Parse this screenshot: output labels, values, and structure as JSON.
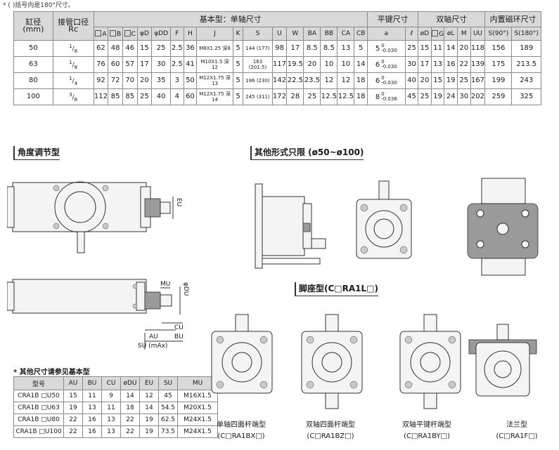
{
  "note": "* ( )括号内是180°尺寸。",
  "main_table": {
    "col_bore": "缸径",
    "col_bore_unit": "(mm)",
    "col_port": "接管口径",
    "col_port_unit": "Rc",
    "group_basic": "基本型：单轴尺寸",
    "group_key": "平键尺寸",
    "group_double": "双轴尺寸",
    "group_magnet": "内置磁环尺寸",
    "sub": [
      "A",
      "B",
      "C",
      "φD",
      "φDD",
      "F",
      "H",
      "J",
      "K",
      "S",
      "U",
      "W",
      "BA",
      "BB",
      "CA",
      "CB",
      "a",
      "ℓ",
      "øD",
      "G",
      "øL",
      "M",
      "UU",
      "S(90°)",
      "S(180°)"
    ],
    "rows": [
      {
        "bore": "50",
        "port_n": "1",
        "port_d": "8",
        "A": "62",
        "B": "48",
        "C": "46",
        "D": "15",
        "DD": "25",
        "F": "2.5",
        "H": "36",
        "J": "M8X1.25 深8",
        "K": "5",
        "S": "144 (177)",
        "U": "98",
        "W": "17",
        "BA": "8.5",
        "BB": "8.5",
        "CA": "13",
        "CB": "5",
        "a_tol_hi": "0",
        "a_tol_lo": "-0.030",
        "l": "25",
        "oD": "15",
        "G": "11",
        "oL": "14",
        "M": "20",
        "UU": "118",
        "S90": "156",
        "S180": "189"
      },
      {
        "bore": "63",
        "port_n": "1",
        "port_d": "8",
        "A": "76",
        "B": "60",
        "C": "57",
        "D": "17",
        "DD": "30",
        "F": "2.5",
        "H": "41",
        "J": "M10X1.5 深 12",
        "K": "5",
        "S": "163 (201.5)",
        "U": "117",
        "W": "19.5",
        "BA": "20",
        "BB": "10",
        "CA": "10",
        "CB": "14",
        "a_tol_hi": "0",
        "a_tol_lo": "-0.030",
        "l": "30",
        "oD": "17",
        "G": "13",
        "oL": "16",
        "M": "22",
        "UU": "139",
        "S90": "175",
        "S180": "213.5"
      },
      {
        "bore": "80",
        "port_n": "1",
        "port_d": "4",
        "A": "92",
        "B": "72",
        "C": "70",
        "D": "20",
        "DD": "35",
        "F": "3",
        "H": "50",
        "J": "M12X1.75 深 13",
        "K": "5",
        "S": "186 (230)",
        "U": "142",
        "W": "22.5",
        "BA": "23.5",
        "BB": "12",
        "CA": "12",
        "CB": "18",
        "a_tol_hi": "0",
        "a_tol_lo": "-0.030",
        "l": "40",
        "oD": "20",
        "G": "15",
        "oL": "19",
        "M": "25",
        "UU": "167",
        "S90": "199",
        "S180": "243"
      },
      {
        "bore": "100",
        "port_n": "3",
        "port_d": "8",
        "A": "112",
        "B": "85",
        "C": "85",
        "D": "25",
        "DD": "40",
        "F": "4",
        "H": "60",
        "J": "M12X1.75 深14",
        "K": "5",
        "S": "245 (311)",
        "U": "172",
        "W": "28",
        "BA": "25",
        "BB": "12.5",
        "CA": "12.5",
        "CB": "18",
        "a_tol_hi": "0",
        "a_tol_lo": "-0.036",
        "l": "45",
        "oD": "25",
        "G": "19",
        "oL": "24",
        "M": "30",
        "UU": "202",
        "S90": "259",
        "S180": "325"
      }
    ],
    "a_values": [
      "5",
      "6",
      "6",
      "8"
    ]
  },
  "sections": {
    "angle": "角度调节型",
    "other": "其他形式只限 (ø50~ø100)",
    "foot": "脚座型(C□RA1L□)"
  },
  "dims": {
    "eu": "EU",
    "mu": "MU",
    "du": "φDU",
    "cu": "CU",
    "bu": "BU",
    "au": "AU",
    "su": "SU (mAx)"
  },
  "sub_table": {
    "title": "* 其他尺寸请参见基本型",
    "headers": [
      "型号",
      "AU",
      "BU",
      "CU",
      "øDU",
      "EU",
      "SU",
      "MU"
    ],
    "rows": [
      [
        "CRA1B □U50",
        "15",
        "11",
        "9",
        "14",
        "12",
        "45",
        "M16X1.5"
      ],
      [
        "CRA1B □U63",
        "19",
        "13",
        "11",
        "18",
        "14",
        "54.5",
        "M20X1.5"
      ],
      [
        "CRA1B □U80",
        "22",
        "16",
        "13",
        "22",
        "19",
        "62.5",
        "M24X1.5"
      ],
      [
        "CRA1B □U100",
        "22",
        "16",
        "13",
        "22",
        "19",
        "73.5",
        "M24X1.5"
      ]
    ]
  },
  "captions": [
    {
      "name": "单轴四面杆端型",
      "code": "(C□RA1BX□)"
    },
    {
      "name": "双轴四面杆端型",
      "code": "(C□RA1BZ□)"
    },
    {
      "name": "双轴平键杆端型",
      "code": "(C□RA1BY□)"
    },
    {
      "name": "法兰型",
      "code": "(C□RA1F□)"
    }
  ]
}
